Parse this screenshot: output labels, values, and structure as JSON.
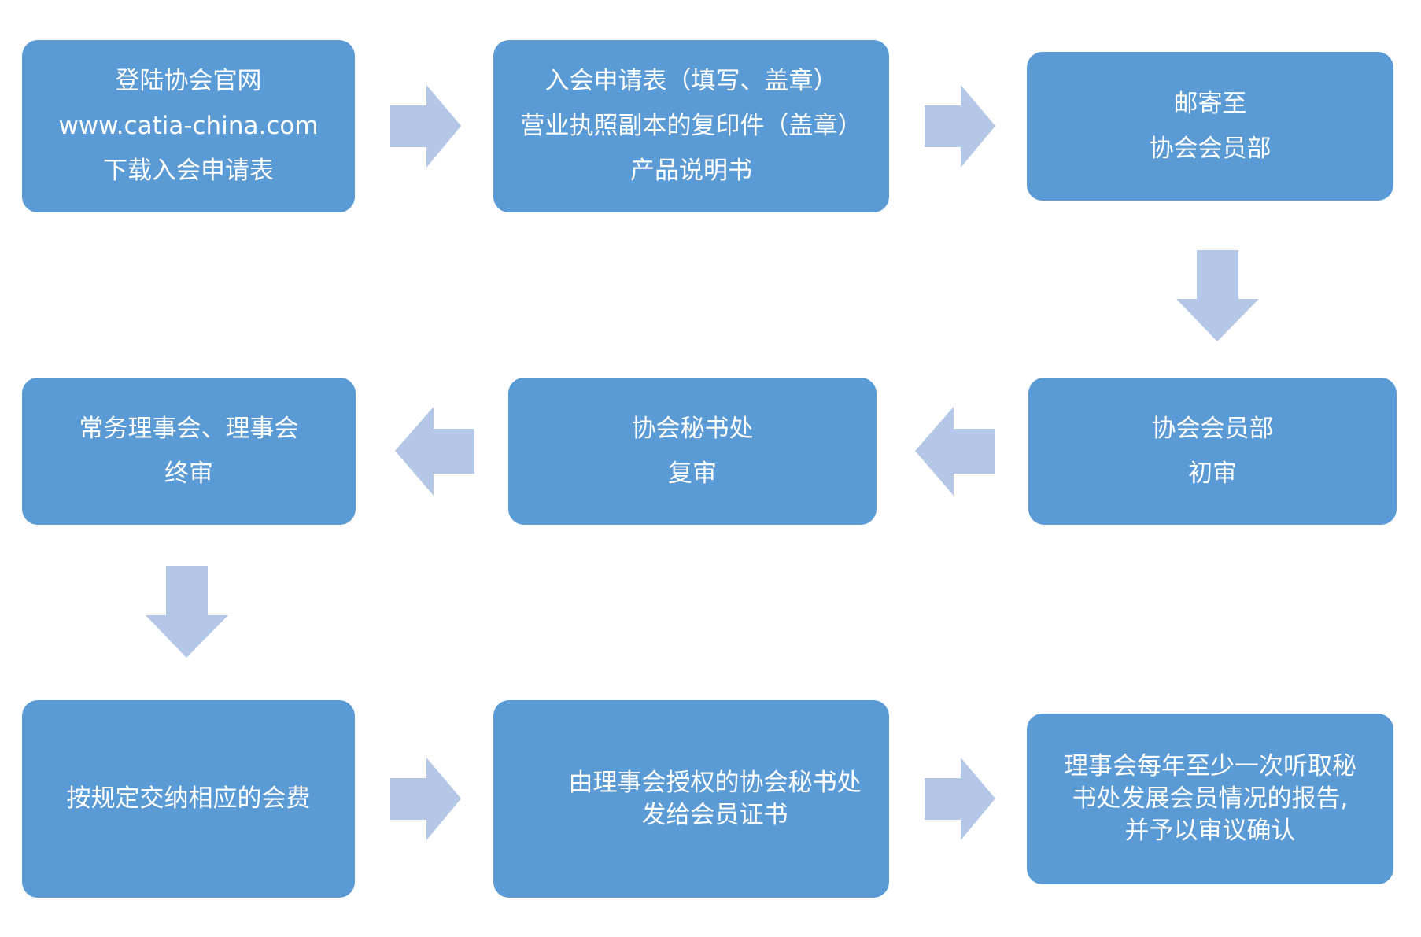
{
  "colors": {
    "box_fill": "#5b9bd5",
    "arrow_fill": "#b4c7e7",
    "text": "#ffffff"
  },
  "steps": [
    {
      "id": 1,
      "lines": [
        "登陆协会官网",
        "www.catia-china.com",
        "下载入会申请表"
      ]
    },
    {
      "id": 2,
      "lines": [
        "入会申请表（填写、盖章）",
        "营业执照副本的复印件（盖章）",
        "产品说明书"
      ]
    },
    {
      "id": 3,
      "lines": [
        "邮寄至",
        "协会会员部"
      ]
    },
    {
      "id": 4,
      "lines": [
        "协会会员部",
        "初审"
      ]
    },
    {
      "id": 5,
      "lines": [
        "协会秘书处",
        "复审"
      ]
    },
    {
      "id": 6,
      "lines": [
        "常务理事会、理事会",
        "终审"
      ]
    },
    {
      "id": 7,
      "lines": [
        "按规定交纳相应的会费"
      ]
    },
    {
      "id": 8,
      "lines": [
        "由理事会授权的协会秘书处",
        "发给会员证书"
      ]
    },
    {
      "id": 9,
      "lines": [
        "理事会每年至少一次听取秘",
        "书处发展会员情况的报告,",
        "并予以审议确认"
      ]
    }
  ],
  "arrows": [
    {
      "from": 1,
      "to": 2,
      "direction": "right"
    },
    {
      "from": 2,
      "to": 3,
      "direction": "right"
    },
    {
      "from": 3,
      "to": 4,
      "direction": "down"
    },
    {
      "from": 4,
      "to": 5,
      "direction": "left"
    },
    {
      "from": 5,
      "to": 6,
      "direction": "left"
    },
    {
      "from": 6,
      "to": 7,
      "direction": "down"
    },
    {
      "from": 7,
      "to": 8,
      "direction": "right"
    },
    {
      "from": 8,
      "to": 9,
      "direction": "right"
    }
  ]
}
